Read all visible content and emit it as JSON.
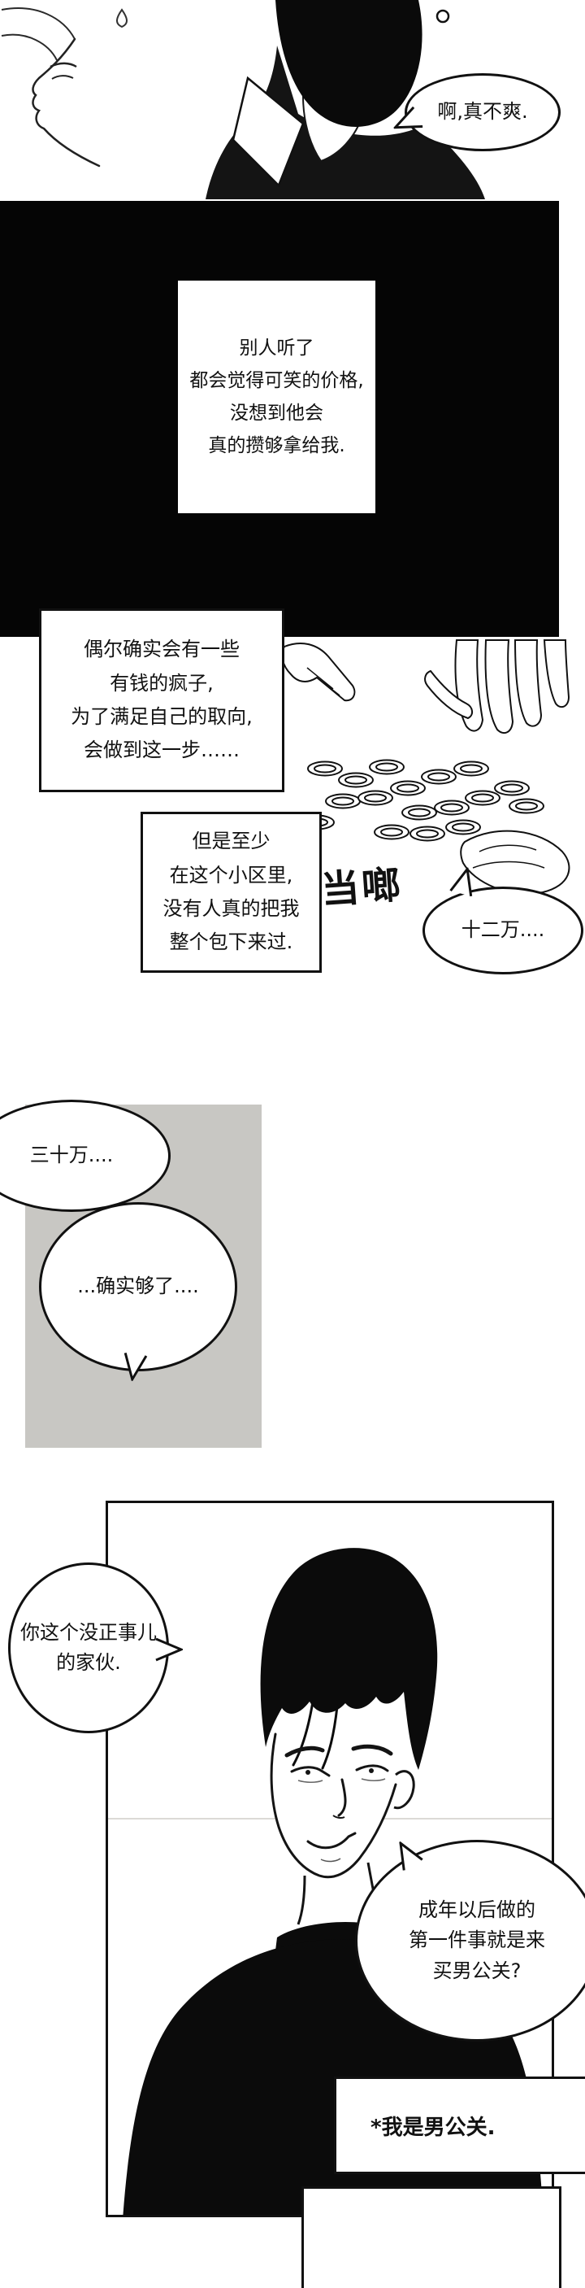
{
  "colors": {
    "ink": "#111111",
    "paper": "#ffffff",
    "panel_black": "#050505",
    "panel_gray": "#c8c7c3"
  },
  "top_scene": {
    "bubble_annoyed": "啊,真不爽."
  },
  "narration": {
    "black_caption": "别人听了\n都会觉得可笑的价格,\n没想到他会\n真的攒够拿给我.",
    "rich_box": "偶尔确实会有一些\n有钱的疯子,\n为了满足自己的取向,\n会做到这一步……",
    "but_box": "但是至少\n在这个小区里,\n没有人真的把我\n整个包下来过."
  },
  "money_scene": {
    "sfx": "当啷",
    "bubble_120k": "十二万...."
  },
  "thoughts": {
    "bubble_300k": "三十万....",
    "bubble_enough": "...确实够了...."
  },
  "bottom_scene": {
    "bubble_scold": "你这个没正事儿\n的家伙.",
    "bubble_question": "成年以后做的\n第一件事就是来\n买男公关?",
    "footnote": "*我是男公关."
  }
}
